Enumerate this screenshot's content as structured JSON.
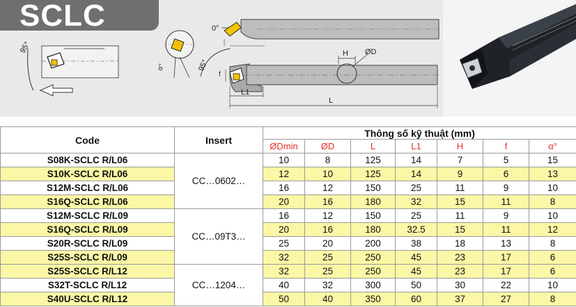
{
  "title": "SCLC",
  "diagram": {
    "angle_top": "0°",
    "angle_left": "95°",
    "angle_alpha": "α°",
    "angle_main": "95°",
    "label_f": "f",
    "label_l1": "L1",
    "label_l": "L",
    "label_h": "H",
    "label_od": "ØD"
  },
  "colors": {
    "highlight": "#fbf7a6",
    "subheader": "#e4322b",
    "title_bg": "#6f6f6f",
    "insert_yellow": "#f5c400"
  },
  "table": {
    "col_code": "Code",
    "col_insert": "Insert",
    "col_spec": "Thông số kỹ thuật (mm)",
    "subheaders": [
      "ØDmin",
      "ØD",
      "L",
      "L1",
      "H",
      "f",
      "α°"
    ],
    "inserts": [
      "CC…0602…",
      "CC…09T3…",
      "CC…1204…"
    ],
    "rows": [
      {
        "code": "S08K-SCLC R/L06",
        "vals": [
          "10",
          "8",
          "125",
          "14",
          "7",
          "5",
          "15"
        ]
      },
      {
        "code": "S10K-SCLC R/L06",
        "vals": [
          "12",
          "10",
          "125",
          "14",
          "9",
          "6",
          "13"
        ]
      },
      {
        "code": "S12M-SCLC R/L06",
        "vals": [
          "16",
          "12",
          "150",
          "25",
          "11",
          "9",
          "10"
        ]
      },
      {
        "code": "S16Q-SCLC R/L06",
        "vals": [
          "20",
          "16",
          "180",
          "32",
          "15",
          "11",
          "8"
        ]
      },
      {
        "code": "S12M-SCLC R/L09",
        "vals": [
          "16",
          "12",
          "150",
          "25",
          "11",
          "9",
          "10"
        ]
      },
      {
        "code": "S16Q-SCLC R/L09",
        "vals": [
          "20",
          "16",
          "180",
          "32.5",
          "15",
          "11",
          "12"
        ]
      },
      {
        "code": "S20R-SCLC R/L09",
        "vals": [
          "25",
          "20",
          "200",
          "38",
          "18",
          "13",
          "8"
        ]
      },
      {
        "code": "S25S-SCLC R/L09",
        "vals": [
          "32",
          "25",
          "250",
          "45",
          "23",
          "17",
          "6"
        ]
      },
      {
        "code": "S25S-SCLC R/L12",
        "vals": [
          "32",
          "25",
          "250",
          "45",
          "23",
          "17",
          "6"
        ]
      },
      {
        "code": "S32T-SCLC R/L12",
        "vals": [
          "40",
          "32",
          "300",
          "50",
          "30",
          "22",
          "10"
        ]
      },
      {
        "code": "S40U-SCLC R/L12",
        "vals": [
          "50",
          "40",
          "350",
          "60",
          "37",
          "27",
          "8"
        ]
      }
    ]
  }
}
